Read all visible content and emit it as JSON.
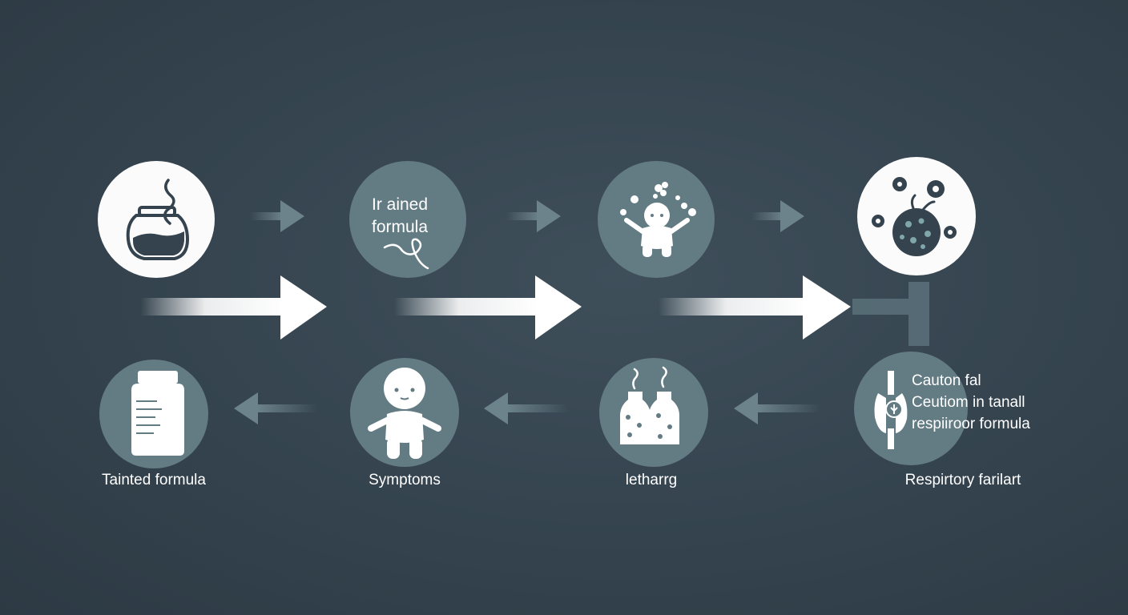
{
  "colors": {
    "background": "#36454f",
    "circle_teal": "#637b83",
    "circle_white": "#fbfbfb",
    "arrow_small": "#6d838c",
    "arrow_large": "#ffffff"
  },
  "top_row": [
    {
      "id": "jar",
      "icon": "jar-icon",
      "style": "white",
      "text_lines": []
    },
    {
      "id": "trained-formula",
      "icon": "squiggle-icon",
      "style": "teal",
      "text_lines": [
        "Ir ained",
        "formula"
      ]
    },
    {
      "id": "baby-bubbles",
      "icon": "baby-bubbles-icon",
      "style": "teal",
      "text_lines": []
    },
    {
      "id": "bacteria",
      "icon": "bacteria-icon",
      "style": "white",
      "text_lines": []
    }
  ],
  "bottom_row": [
    {
      "id": "tainted-formula",
      "icon": "bottle-icon",
      "label": "Tainted formula"
    },
    {
      "id": "symptoms",
      "icon": "baby-icon",
      "label": "Symptoms"
    },
    {
      "id": "lethargy",
      "icon": "two-bottles-icon",
      "label": "letharrg"
    },
    {
      "id": "respiratory",
      "icon": "lungs-icon",
      "label": "Respirtory farilart"
    }
  ],
  "callout": {
    "lines": [
      "Cauton fal",
      "Ceutiom in tanall",
      "respiiroor formula"
    ]
  }
}
